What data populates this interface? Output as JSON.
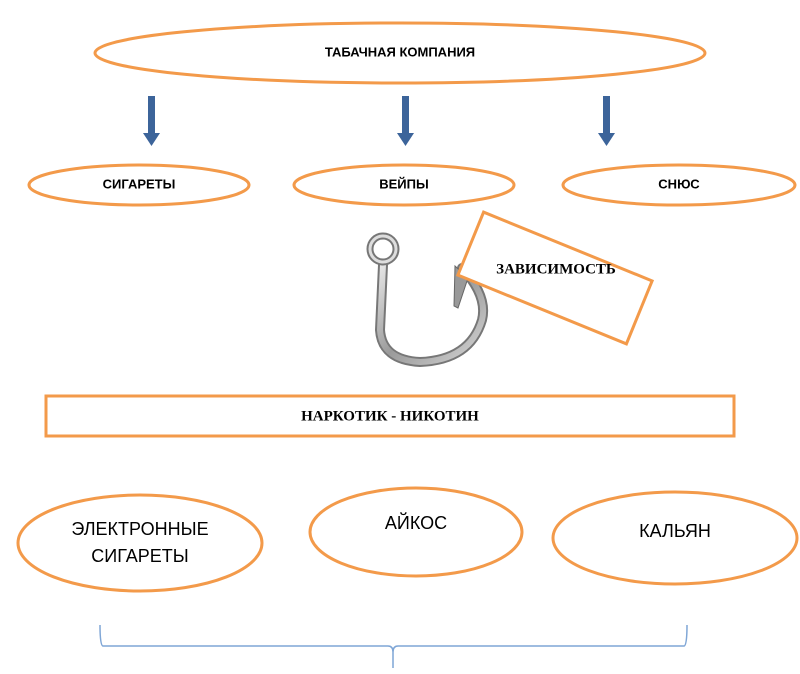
{
  "company": "ТАБАЧНАЯ КОМПАНИЯ",
  "products": [
    "СИГАРЕТЫ",
    "ВЕЙПЫ",
    "СНЮС"
  ],
  "dependency": "ЗАВИСИМОСТЬ",
  "drug": "НАРКОТИК - НИКОТИН",
  "bottom": {
    "e_cig_line1": "ЭЛЕКТРОННЫЕ",
    "e_cig_line2": "СИГАРЕТЫ",
    "iqos": "АЙКОС",
    "hookah": "КАЛЬЯН"
  },
  "colors": {
    "accent": "#f39a4a",
    "arrow": "#3c649a",
    "brace": "#7fa6d6"
  }
}
